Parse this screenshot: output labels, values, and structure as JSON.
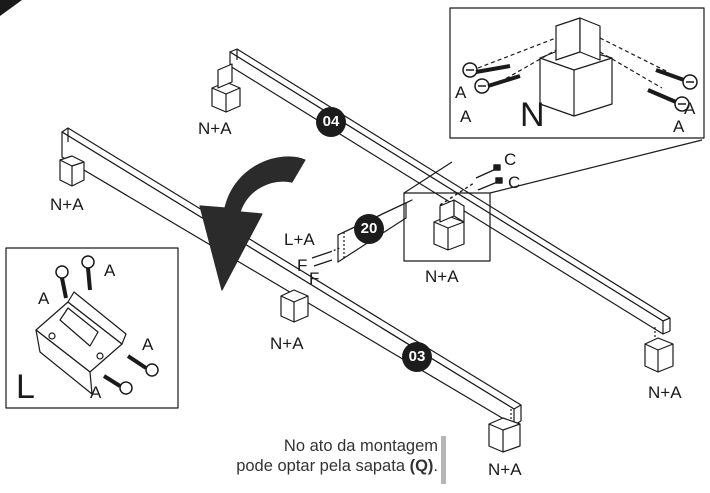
{
  "labels": {
    "n_a_top": "N+A",
    "n_a_left": "N+A",
    "n_a_center": "N+A",
    "n_a_mid": "N+A",
    "n_a_right": "N+A",
    "n_a_bottom": "N+A",
    "l_a": "L+A",
    "f1": "F",
    "f2": "F",
    "c1": "C",
    "c2": "C"
  },
  "badges": {
    "b04": "04",
    "b20": "20",
    "b03": "03"
  },
  "detail_n": {
    "letter": "N",
    "a1": "A",
    "a2": "A",
    "a3": "A",
    "a4": "A"
  },
  "detail_l": {
    "letter": "L",
    "a1": "A",
    "a2": "A",
    "a3": "A",
    "a4": "A"
  },
  "note": {
    "line1": "No ato da montagem",
    "line2_prefix": "pode optar pela sapata ",
    "line2_bold": "(Q)",
    "line2_suffix": "."
  },
  "colors": {
    "outline": "#1a1a1a",
    "arrow": "#2b2b2b",
    "badge": "#1c1c1c"
  }
}
